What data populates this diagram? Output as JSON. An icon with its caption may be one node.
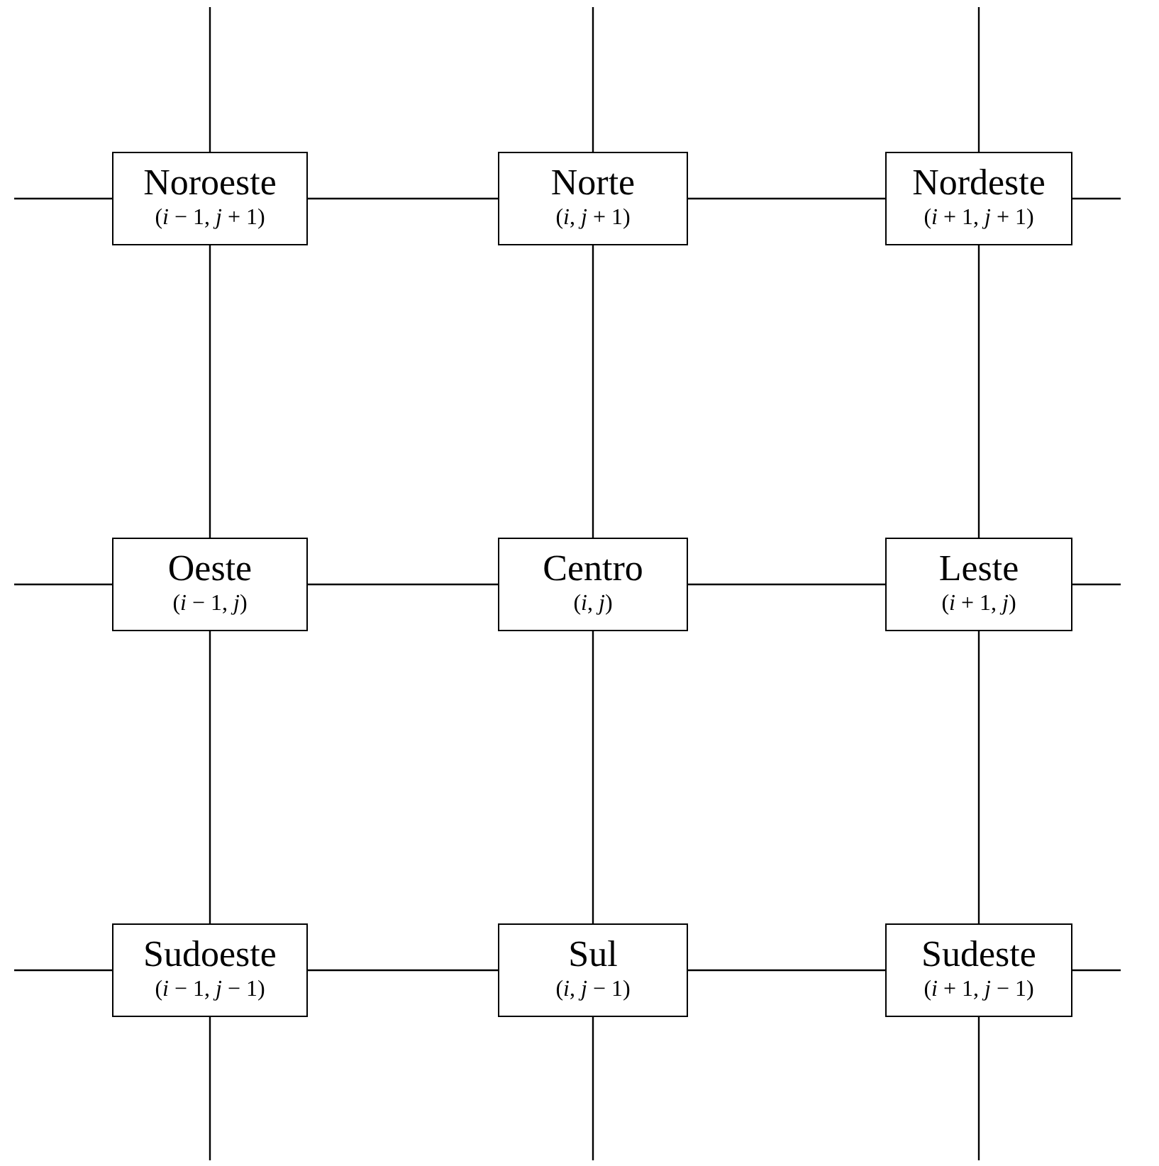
{
  "diagram": {
    "nodes": [
      {
        "text": [
          "Noroeste",
          "(*i* − 1, *j* + 1)"
        ]
      },
      {
        "text": [
          "Norte",
          "(*i*, *j* + 1)"
        ]
      },
      {
        "text": [
          "Nordeste",
          "(*i* + 1, *j* + 1)"
        ]
      },
      {
        "text": [
          "Oeste",
          "(*i* − 1, *j*)"
        ]
      },
      {
        "text": [
          "Centro",
          "(*i*, *j*)"
        ]
      },
      {
        "text": [
          "Leste",
          "(*i* + 1, *j*)"
        ]
      },
      {
        "text": [
          "Sudoeste",
          "(*i* − 1, *j* − 1)"
        ]
      },
      {
        "text": [
          "Sul",
          "(*i*, *j* − 1)"
        ]
      },
      {
        "text": [
          "Sudeste",
          "(*i* + 1, *j* − 1)"
        ]
      }
    ],
    "edges": [
      {
        "from": 0,
        "to": 1,
        "arrow": "none"
      },
      {
        "from": 1,
        "to": 2,
        "arrow": "none"
      },
      {
        "from": 3,
        "to": 4,
        "arrow": "none"
      },
      {
        "from": 4,
        "to": 5,
        "arrow": "none"
      },
      {
        "from": 6,
        "to": 7,
        "arrow": "none"
      },
      {
        "from": 7,
        "to": 8,
        "arrow": "none"
      },
      {
        "from": 0,
        "to": 3,
        "arrow": "none"
      },
      {
        "from": 3,
        "to": 6,
        "arrow": "none"
      },
      {
        "from": 1,
        "to": 4,
        "arrow": "none"
      },
      {
        "from": 4,
        "to": 7,
        "arrow": "none"
      },
      {
        "from": 2,
        "to": 5,
        "arrow": "none"
      },
      {
        "from": 5,
        "to": 8,
        "arrow": "none"
      },
      {
        "from": null,
        "to": 0,
        "arrow": "none"
      },
      {
        "from": null,
        "to": 1,
        "arrow": "none"
      },
      {
        "from": null,
        "to": 2,
        "arrow": "none"
      },
      {
        "from": null,
        "to": 0,
        "arrow": "none"
      },
      {
        "from": null,
        "to": 3,
        "arrow": "none"
      },
      {
        "from": null,
        "to": 6,
        "arrow": "none"
      },
      {
        "from": 2,
        "to": null,
        "arrow": "none"
      },
      {
        "from": 5,
        "to": null,
        "arrow": "none"
      },
      {
        "from": 8,
        "to": null,
        "arrow": "none"
      },
      {
        "from": 6,
        "to": null,
        "arrow": "none"
      },
      {
        "from": 7,
        "to": null,
        "arrow": "none"
      },
      {
        "from": 8,
        "to": null,
        "arrow": "none"
      }
    ]
  }
}
